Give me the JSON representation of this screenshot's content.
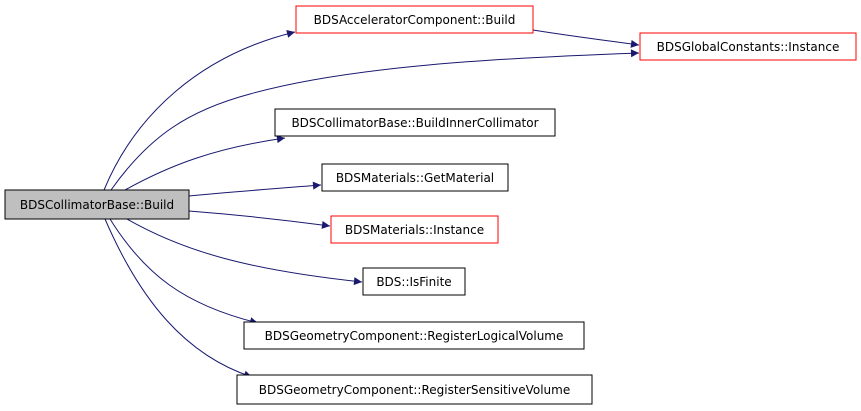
{
  "colors": {
    "edge": "#191970",
    "border_default": "#000000",
    "border_truncated": "#ff0000",
    "root_fill": "#bfbfbf",
    "node_fill": "#ffffff"
  },
  "nodes": {
    "root": {
      "label": "BDSCollimatorBase::Build",
      "style": "root"
    },
    "accel_build": {
      "label": "BDSAcceleratorComponent::Build",
      "style": "truncated"
    },
    "global_instance": {
      "label": "BDSGlobalConstants::Instance",
      "style": "truncated"
    },
    "build_inner": {
      "label": "BDSCollimatorBase::BuildInnerCollimator",
      "style": "normal"
    },
    "get_material": {
      "label": "BDSMaterials::GetMaterial",
      "style": "normal"
    },
    "materials_instance": {
      "label": "BDSMaterials::Instance",
      "style": "truncated"
    },
    "is_finite": {
      "label": "BDS::IsFinite",
      "style": "normal"
    },
    "reg_logical": {
      "label": "BDSGeometryComponent::RegisterLogicalVolume",
      "style": "normal"
    },
    "reg_sensitive": {
      "label": "BDSGeometryComponent::RegisterSensitiveVolume",
      "style": "normal"
    }
  },
  "edges": [
    {
      "from": "root",
      "to": "accel_build"
    },
    {
      "from": "root",
      "to": "global_instance"
    },
    {
      "from": "accel_build",
      "to": "global_instance"
    },
    {
      "from": "root",
      "to": "build_inner"
    },
    {
      "from": "root",
      "to": "get_material"
    },
    {
      "from": "root",
      "to": "materials_instance"
    },
    {
      "from": "root",
      "to": "is_finite"
    },
    {
      "from": "root",
      "to": "reg_logical"
    },
    {
      "from": "root",
      "to": "reg_sensitive"
    }
  ]
}
